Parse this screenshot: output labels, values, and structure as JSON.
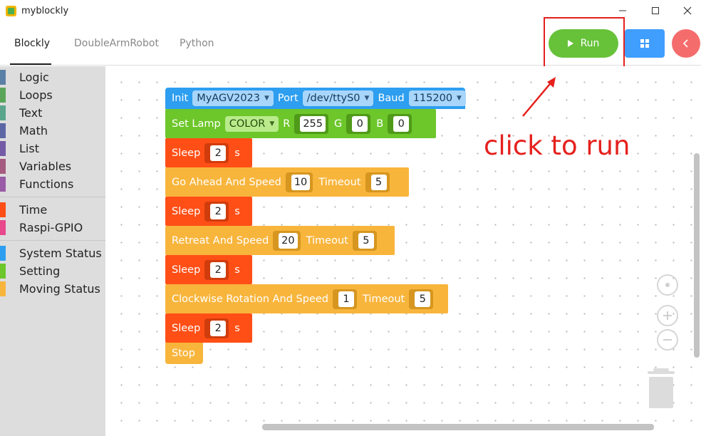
{
  "window": {
    "title": "myblockly",
    "controls": {
      "minimize": "—",
      "maximize": "☐",
      "close": "✕"
    }
  },
  "tabs": [
    {
      "label": "Blockly",
      "active": true
    },
    {
      "label": "DoubleArmRobot",
      "active": false
    },
    {
      "label": "Python",
      "active": false
    }
  ],
  "toolbar": {
    "run_label": "Run",
    "run_icon": "play-icon",
    "grid_icon": "grid-icon",
    "back_icon": "chevron-left-icon"
  },
  "sidebar": {
    "groups": [
      [
        {
          "label": "Logic",
          "color": "#5b80a5"
        },
        {
          "label": "Loops",
          "color": "#5ba55b"
        },
        {
          "label": "Text",
          "color": "#5ba58c"
        },
        {
          "label": "Math",
          "color": "#5b67a5"
        },
        {
          "label": "List",
          "color": "#745ba5"
        },
        {
          "label": "Variables",
          "color": "#a55b80"
        },
        {
          "label": "Functions",
          "color": "#995ba5"
        }
      ],
      [
        {
          "label": "Time",
          "color": "#ff4f16"
        },
        {
          "label": "Raspi-GPIO",
          "color": "#e8488c"
        }
      ],
      [
        {
          "label": "System Status",
          "color": "#2d9ef0"
        },
        {
          "label": "Setting",
          "color": "#6dc62a"
        },
        {
          "label": "Moving Status",
          "color": "#f8b53c"
        }
      ]
    ]
  },
  "blocks": {
    "init": {
      "label": "Init",
      "device": "MyAGV2023",
      "port_label": "Port",
      "port": "/dev/ttyS0",
      "baud_label": "Baud",
      "baud": "115200"
    },
    "set_lamp": {
      "label": "Set Lamp",
      "mode": "COLOR",
      "r_label": "R",
      "r": "255",
      "g_label": "G",
      "g": "0",
      "b_label": "B",
      "b": "0"
    },
    "sleep1": {
      "label": "Sleep",
      "value": "2",
      "unit": "s"
    },
    "go_ahead": {
      "label": "Go Ahead And Speed",
      "speed": "10",
      "timeout_label": "Timeout",
      "timeout": "5"
    },
    "sleep2": {
      "label": "Sleep",
      "value": "2",
      "unit": "s"
    },
    "retreat": {
      "label": "Retreat And Speed",
      "speed": "20",
      "timeout_label": "Timeout",
      "timeout": "5"
    },
    "sleep3": {
      "label": "Sleep",
      "value": "2",
      "unit": "s"
    },
    "clockwise": {
      "label": "Clockwise Rotation And Speed",
      "speed": "1",
      "timeout_label": "Timeout",
      "timeout": "5"
    },
    "sleep4": {
      "label": "Sleep",
      "value": "2",
      "unit": "s"
    },
    "stop": {
      "label": "Stop"
    }
  },
  "annotation": {
    "text": "click to run",
    "color": "#e5201d"
  },
  "colors": {
    "run": "#67c23a",
    "grid_button": "#409eff",
    "back_button": "#f56c6c",
    "block_blue": "#2d9ef0",
    "block_green": "#6dc62a",
    "block_red": "#ff4f16",
    "block_orange": "#f8b53c"
  }
}
